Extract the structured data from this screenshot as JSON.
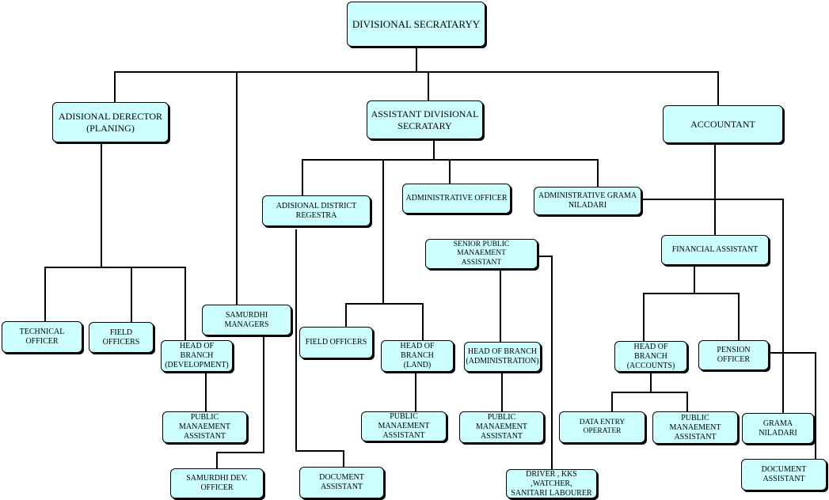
{
  "chart": {
    "nodes": {
      "divisional_secretary": "DIVISIONAL SECRATARYY",
      "additional_director": "ADISIONAL DERECTOR\n(PLANING)",
      "assistant_divisional_secretary": "ASSISTANT DIVISIONAL\nSECRATARY",
      "accountant": "ACCOUNTANT",
      "additional_district_registrar": "ADISIONAL DISTRICT\nREGESTRA",
      "administrative_officer": "ADMINISTRATIVE OFFICER",
      "administrative_grama_niladari": "ADMINISTRATIVE GRAMA\nNILADARI",
      "senior_public_management_assistant": "SENIOR PUBLIC MANAEMENT\nASSISTANT",
      "financial_assistant": "FINANCIAL ASSISTANT",
      "technical_officer": "TECHNICAL OFFICER",
      "field_officers_planning": "FIELD OFFICERS",
      "samurdhi_managers": "SAMURDHI MANAGERS",
      "head_of_branch_development": "HEAD OF BRANCH\n(DEVELOPMENT)",
      "field_officers_asst": "FIELD OFFICERS",
      "head_of_branch_land": "HEAD OF BRANCH\n(LAND)",
      "head_of_branch_administration": "HEAD OF BRANCH\n(ADMINISTRATION)",
      "head_of_branch_accounts": "HEAD OF BRANCH\n(ACCOUNTS)",
      "pension_officer": "PENSION\nOFFICER",
      "public_management_assistant_dev": "PUBLIC MANAEMENT\nASSISTANT",
      "public_management_assistant_land": "PUBLIC MANAEMENT\nASSISTANT",
      "public_management_assistant_admin": "PUBLIC MANAEMENT\nASSISTANT",
      "data_entry_operator": "DATA ENTRY OPERATER",
      "public_management_assistant_accounts": "PUBLIC MANAEMENT\nASSISTANT",
      "grama_niladari": "GRAMA NILADARI",
      "samurdhi_dev_officer": "SAMURDHI DEV. OFFICER",
      "document_assistant_registrar": "DOCUMENT\nASSISTANT",
      "driver_kks_watcher": "DRIVER , KKS ,WATCHER,\nSANITARI LABOURER",
      "document_assistant_pension": "DOCUMENT\nASSISTANT"
    },
    "colors": {
      "box_fill": "#ccffff",
      "box_border": "#000000",
      "connector": "#000000"
    }
  }
}
